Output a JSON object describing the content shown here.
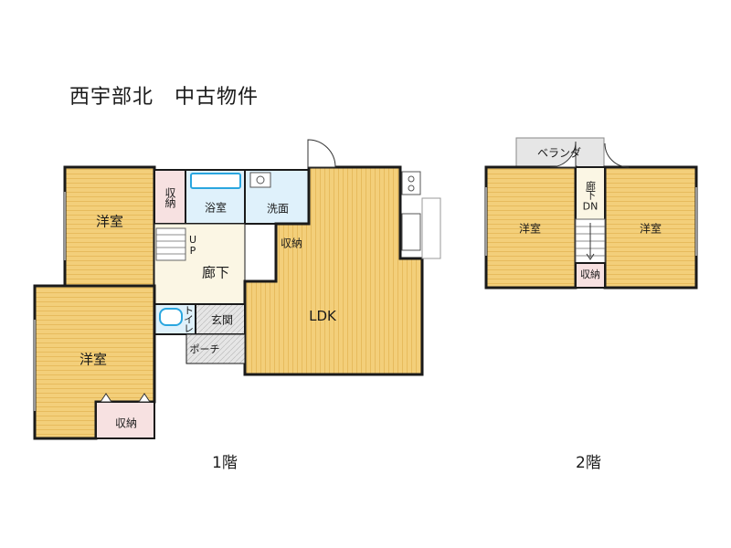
{
  "title": "西宇部北　中古物件",
  "floors": {
    "first": {
      "label": "1階",
      "rooms": {
        "youshitsu_top": "洋室",
        "shuno_top": "収納",
        "yokushitsu": "浴室",
        "senmen": "洗面",
        "shuno_mid": "収納",
        "up": "UP",
        "rouka": "廊下",
        "ldk": "LDK",
        "toilet": "トイレ",
        "genkan": "玄関",
        "porch": "ポーチ",
        "youshitsu_bottom": "洋室",
        "shuno_bottom": "収納"
      }
    },
    "second": {
      "label": "2階",
      "rooms": {
        "veranda": "ベランダ",
        "rouka": "廊下",
        "dn": "DN",
        "youshitsu_left": "洋室",
        "youshitsu_right": "洋室",
        "shuno": "収納"
      }
    }
  },
  "colors": {
    "floor_wood": "#f3cf7a",
    "floor_grain": "#e4b655",
    "storage": "#f7e1e1",
    "wet_area": "#dff1fb",
    "hallway": "#fbf6e4",
    "porch": "#e2e2e2",
    "wall": "#1a1a1a"
  }
}
